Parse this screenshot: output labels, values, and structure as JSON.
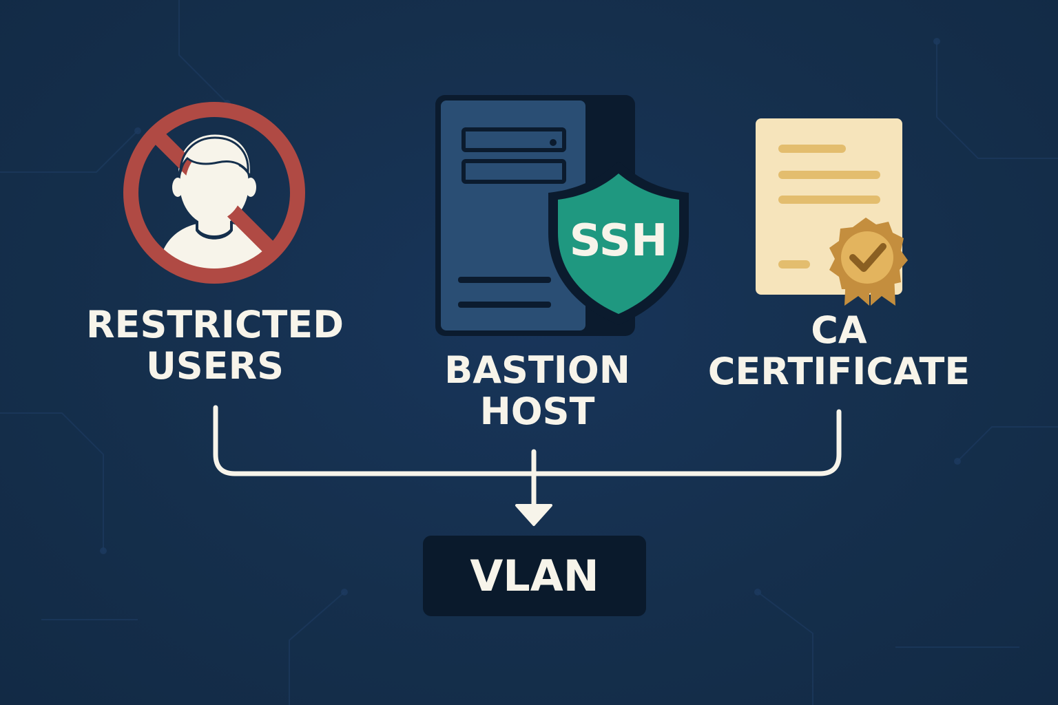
{
  "nodes": {
    "restricted_users": {
      "line1": "RESTRICTED",
      "line2": "USERS"
    },
    "bastion_host": {
      "line1": "BASTION",
      "line2": "HOST",
      "badge": "SSH"
    },
    "ca_certificate": {
      "line1": "CA",
      "line2": "CERTIFICATE"
    },
    "vlan": {
      "label": "VLAN"
    }
  },
  "colors": {
    "background": "#152f4c",
    "prohibition": "#b04a44",
    "shield": "#1f9880",
    "certificate": "#f6e4bb",
    "seal": "#c48e3e",
    "text": "#f7f4ea",
    "vlan_box": "#0a1a2c"
  },
  "icons": {
    "restricted": "prohibited-user-icon",
    "bastion": "server-shield-icon",
    "ca": "certificate-seal-icon"
  }
}
